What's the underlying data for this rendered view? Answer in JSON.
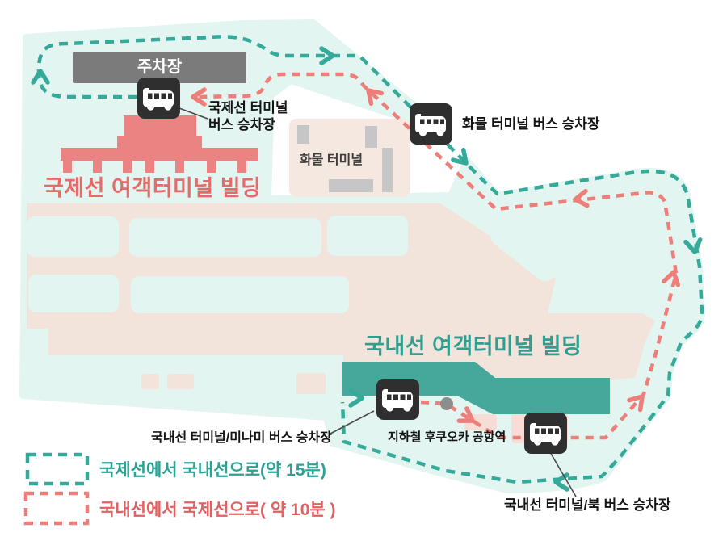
{
  "map": {
    "parking": {
      "label": "주차장"
    },
    "international": {
      "title": "국제선 여객터미널 빌딩",
      "bus_stop_label_line1": "국제선 터미널",
      "bus_stop_label_line2": "버스 승차장"
    },
    "cargo": {
      "building_label": "화물 터미널",
      "bus_stop_label": "화물 터미널 버스 승차장"
    },
    "domestic": {
      "title": "국내선 여객터미널 빌딩",
      "south_bus_stop_label": "국내선 터미널/미나미 버스 승차장",
      "north_bus_stop_label": "국내선 터미널/북 버스 승차장",
      "subway_label": "지하철 후쿠오카 공항역"
    }
  },
  "legend": {
    "intl_to_domestic": "국제선에서 국내선으로(약 15분)",
    "domestic_to_intl": "국내선에서 국제선으로( 약 10분 )"
  },
  "colors": {
    "airport_area": "#e3f5f0",
    "airfield": "#f2e4db",
    "cargo_fill": "#f5e8e0",
    "cargo_bar": "#c6c6c6",
    "apron_pink": "#f7ddd6",
    "parking_gray": "#7b7b7b",
    "terminal_pink": "#ec8383",
    "terminal_teal": "#46a89b",
    "route_teal": "#35a99a",
    "route_red": "#ee7e79",
    "icon_bg": "#2f2f2f",
    "title_red": "#e56a6a",
    "title_teal": "#319e90",
    "legend_teal": "#2ba394",
    "legend_red": "#e45f5f",
    "label_black": "#141414",
    "subway_dot": "#8d8d8d"
  }
}
